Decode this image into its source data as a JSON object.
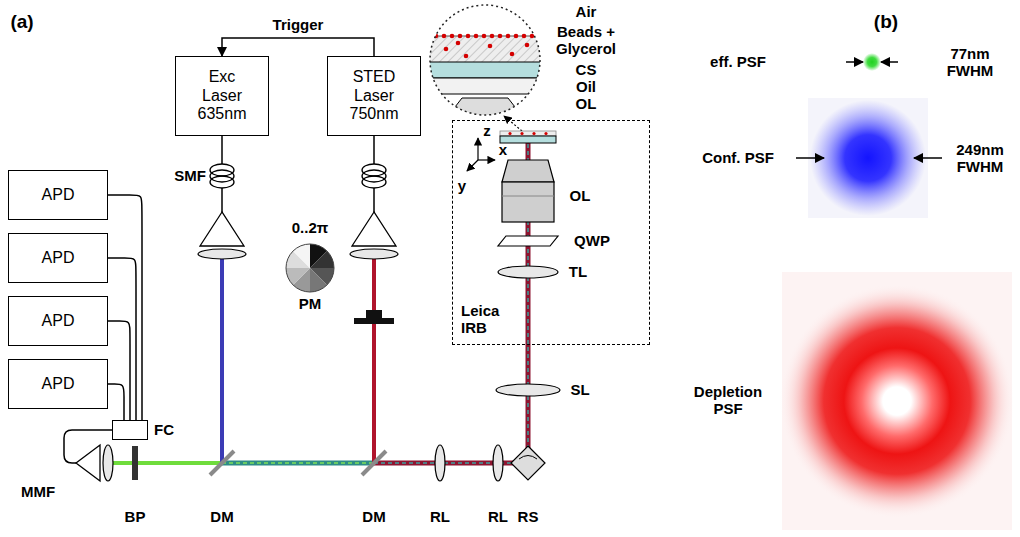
{
  "diagram": {
    "nodes": [
      {
        "text": [
          "APD"
        ]
      },
      {
        "text": [
          "APD"
        ]
      },
      {
        "text": [
          "APD"
        ]
      },
      {
        "text": [
          "APD"
        ]
      },
      {
        "text": [
          "Exc Laser 635nm"
        ]
      },
      {
        "text": [
          "STED Laser 750nm"
        ]
      },
      {
        "text": [
          "Leica IRB"
        ]
      },
      {
        "text": [
          "FC"
        ]
      }
    ],
    "edges": [
      {
        "from": 5,
        "to": 4,
        "arrow": "to",
        "label": "Trigger"
      },
      {
        "from": 0,
        "to": 7,
        "arrow": "none"
      },
      {
        "from": 1,
        "to": 7,
        "arrow": "none"
      },
      {
        "from": 2,
        "to": 7,
        "arrow": "none"
      },
      {
        "from": 3,
        "to": 7,
        "arrow": "none"
      }
    ],
    "labels": [
      "(a)",
      "(b)",
      "Air",
      "Beads + Glycerol",
      "CS",
      "Oil",
      "OL",
      "SMF",
      "0..2π",
      "PM",
      "z",
      "x",
      "y",
      "OL",
      "QWP",
      "TL",
      "SL",
      "MMF",
      "BP",
      "DM",
      "DM",
      "RL",
      "RL",
      "RS",
      "eff. PSF",
      "77nm FWHM",
      "Conf. PSF",
      "249nm FWHM",
      "Depletion PSF"
    ]
  }
}
